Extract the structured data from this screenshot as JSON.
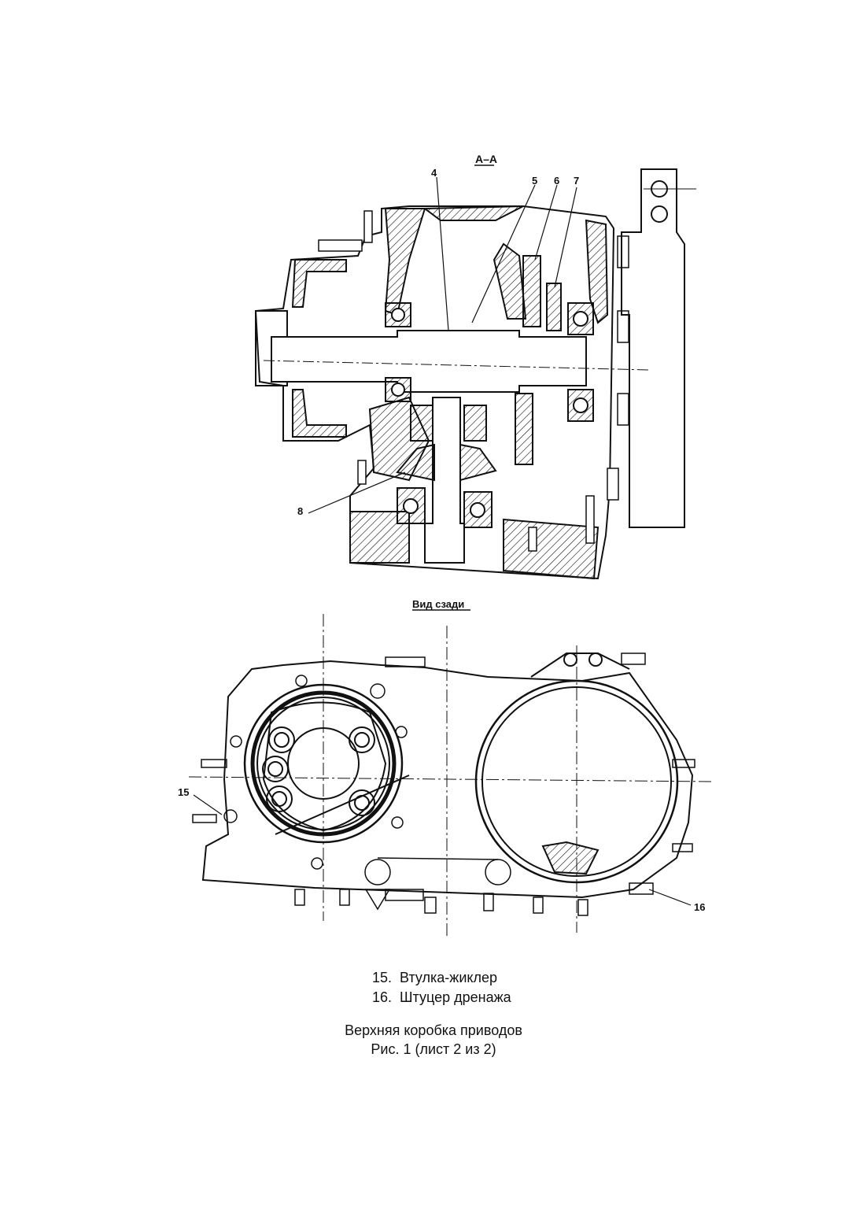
{
  "section_label": "А–А",
  "view_label": "Вид сзади",
  "callouts": {
    "c4": "4",
    "c5": "5",
    "c6": "6",
    "c7": "7",
    "c8": "8",
    "c15": "15",
    "c16": "16"
  },
  "legend": [
    {
      "number": "15.",
      "text": "Втулка-жиклер"
    },
    {
      "number": "16.",
      "text": "Штуцер дренажа"
    }
  ],
  "caption": {
    "title": "Верхняя коробка приводов",
    "figure": "Рис. 1 (лист 2 из 2)"
  },
  "colors": {
    "ink": "#111111",
    "paper": "#ffffff"
  }
}
